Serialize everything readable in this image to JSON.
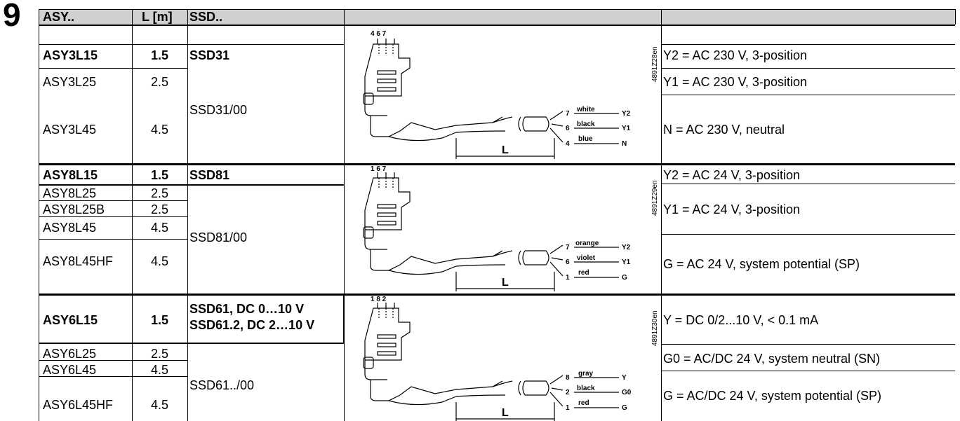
{
  "section": "9",
  "header": {
    "col1": "ASY..",
    "col2": "L [m]",
    "col3": "SSD..",
    "col4": "",
    "col5": ""
  },
  "groups": [
    {
      "rows": [
        {
          "asy": "ASY3L15",
          "len": "1.5"
        },
        {
          "asy": "ASY3L25",
          "len": "2.5"
        },
        {
          "asy": "ASY3L45",
          "len": "4.5"
        }
      ],
      "ssd_main": "SSD31",
      "ssd_alt": "SSD31/00",
      "descriptions": [
        "Y2 = AC 230 V, 3-position",
        "Y1 = AC 230 V, 3-position",
        "N = AC 230 V, neutral"
      ],
      "diagram": {
        "ref": "4891Z28en",
        "top_pins": "4   6   7",
        "wires": [
          {
            "num": "7",
            "color": "white",
            "signal": "Y2"
          },
          {
            "num": "6",
            "color": "black",
            "signal": "Y1"
          },
          {
            "num": "4",
            "color": "blue",
            "signal": "N"
          }
        ],
        "length_label": "L"
      }
    },
    {
      "rows": [
        {
          "asy": "ASY8L15",
          "len": "1.5"
        },
        {
          "asy": "ASY8L25",
          "len": "2.5"
        },
        {
          "asy": "ASY8L25B",
          "len": "2.5"
        },
        {
          "asy": "ASY8L45",
          "len": "4.5"
        },
        {
          "asy": "ASY8L45HF",
          "len": "4.5"
        }
      ],
      "ssd_main": "SSD81",
      "ssd_alt": "SSD81/00",
      "descriptions": [
        "Y2 = AC 24 V, 3-position",
        "Y1 = AC 24 V, 3-position",
        "G = AC 24 V, system potential (SP)"
      ],
      "diagram": {
        "ref": "4891Z29en",
        "top_pins": "1   6   7",
        "wires": [
          {
            "num": "7",
            "color": "orange",
            "signal": "Y2"
          },
          {
            "num": "6",
            "color": "violet",
            "signal": "Y1"
          },
          {
            "num": "1",
            "color": "red",
            "signal": "G"
          }
        ],
        "length_label": "L"
      }
    },
    {
      "rows": [
        {
          "asy": "ASY6L15",
          "len": "1.5"
        },
        {
          "asy": "ASY6L25",
          "len": "2.5"
        },
        {
          "asy": "ASY6L45",
          "len": "4.5"
        },
        {
          "asy": "ASY6L45HF",
          "len": "4.5"
        }
      ],
      "ssd_main_1": "SSD61, DC 0…10 V",
      "ssd_main_2": "SSD61.2, DC 2…10 V",
      "ssd_alt": "SSD61../00",
      "descriptions": [
        "Y = DC 0/2...10 V, < 0.1 mA",
        "G0 = AC/DC 24 V, system neutral (SN)",
        "G = AC/DC 24 V, system potential (SP)"
      ],
      "diagram": {
        "ref": "4891Z30en",
        "top_pins": "1   8   2",
        "wires": [
          {
            "num": "8",
            "color": "gray",
            "signal": "Y"
          },
          {
            "num": "2",
            "color": "black",
            "signal": "G0"
          },
          {
            "num": "1",
            "color": "red",
            "signal": "G"
          }
        ],
        "length_label": "L"
      }
    }
  ]
}
